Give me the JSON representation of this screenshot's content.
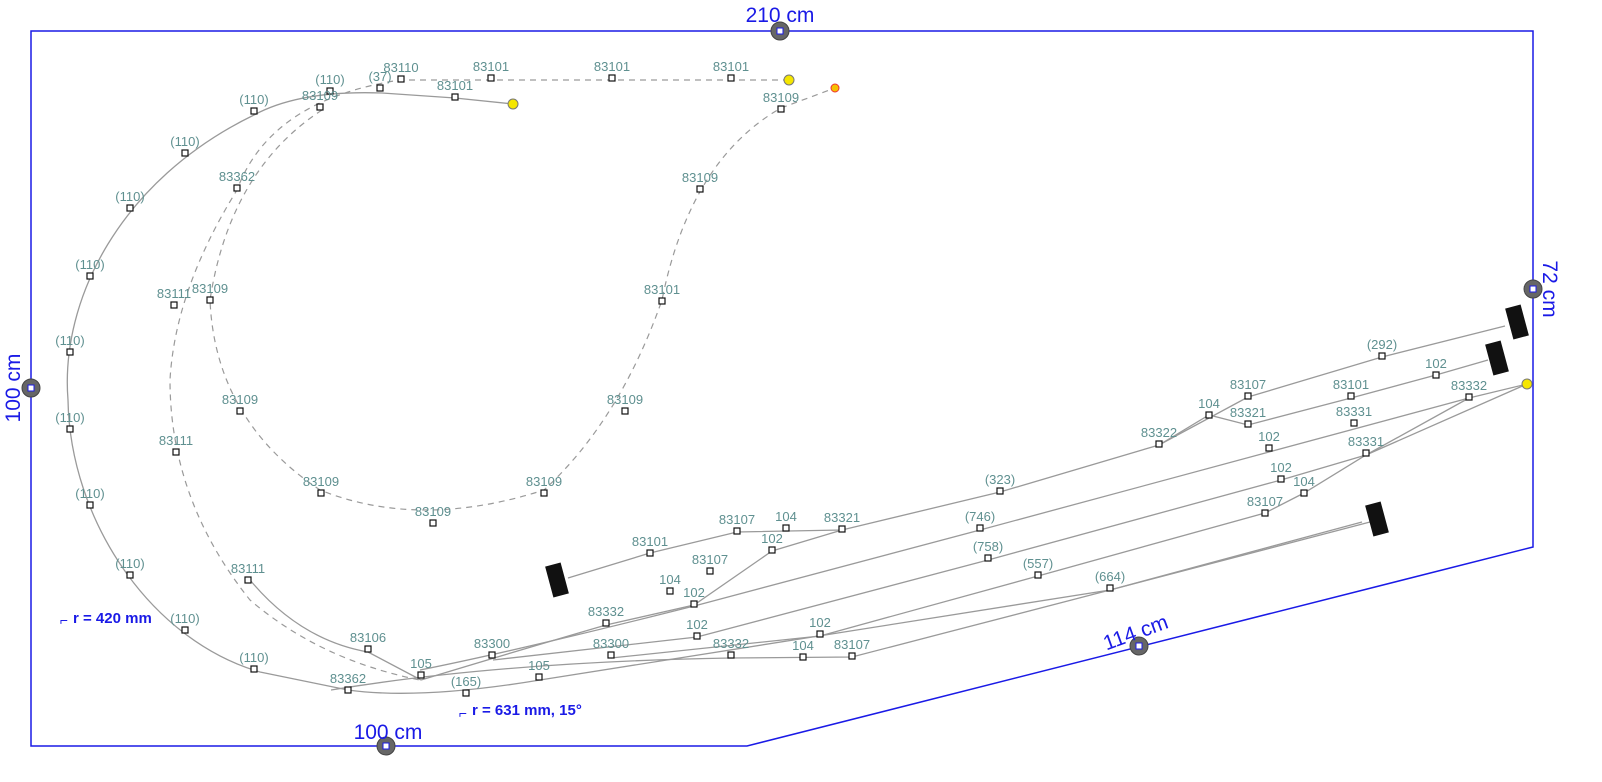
{
  "dimensions": {
    "top": "210 cm",
    "right": "72 cm",
    "left": "100 cm",
    "bottom": "100 cm",
    "diagonal": "114 cm"
  },
  "radius_notes": {
    "inner": "r = 420 mm",
    "outer": "r = 631 mm, 15°"
  },
  "colors": {
    "boundary": "#1a1ae6",
    "label": "#5f9090",
    "track": "#9a9a9a",
    "endpoint": "#f5e600"
  },
  "track_labels": [
    "(110)",
    "(37)",
    "83110",
    "83101",
    "83101",
    "83101",
    "83101",
    "83109",
    "(110)",
    "(110)",
    "83362",
    "(110)",
    "(110)",
    "83111",
    "83109",
    "83109",
    "83109",
    "83101",
    "(110)",
    "83109",
    "83109",
    "83111",
    "(110)",
    "83109",
    "83109",
    "83109",
    "(110)",
    "(110)",
    "83111",
    "(110)",
    "83106",
    "(110)",
    "83362",
    "105",
    "83300",
    "83300",
    "105",
    "(165)",
    "83332",
    "104",
    "102",
    "83107",
    "83101",
    "83107",
    "104",
    "83321",
    "102",
    "102",
    "83332",
    "102",
    "104",
    "83107",
    "(323)",
    "(746)",
    "(758)",
    "(557)",
    "(664)",
    "83322",
    "104",
    "83107",
    "83321",
    "(292)",
    "83101",
    "102",
    "83332",
    "83331",
    "102",
    "83331",
    "102",
    "104",
    "83107"
  ]
}
